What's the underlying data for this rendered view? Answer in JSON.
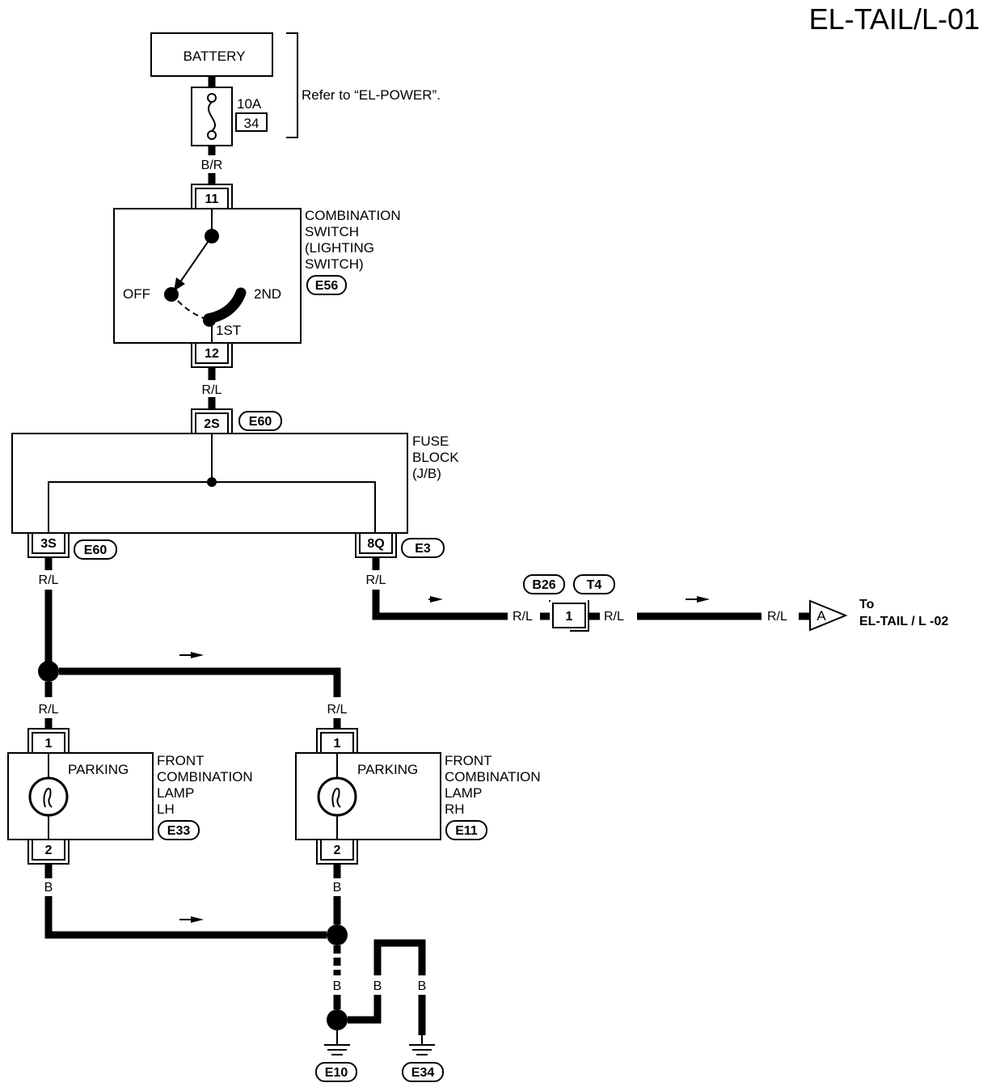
{
  "page": {
    "title": "EL-TAIL/L-01"
  },
  "battery": {
    "label": "BATTERY",
    "fuse_rating": "10A",
    "fuse_number": "34",
    "note": "Refer to “EL-POWER”."
  },
  "combination_switch": {
    "name_lines": [
      "COMBINATION",
      "SWITCH",
      "(LIGHTING",
      "SWITCH)"
    ],
    "connector": "E56",
    "pin_in": "11",
    "pin_out": "12",
    "positions": {
      "off": "OFF",
      "first": "1ST",
      "second": "2ND"
    }
  },
  "fuse_block": {
    "name_lines": [
      "FUSE",
      "BLOCK",
      "(J/B)"
    ],
    "pin_in": "2S",
    "pin_in_connector": "E60",
    "pin_left": "3S",
    "pin_left_connector": "E60",
    "pin_right": "8Q",
    "pin_right_connector": "E3"
  },
  "inline_connector": {
    "connectors": [
      "B26",
      "T4"
    ],
    "pin": "1"
  },
  "continuation": {
    "flag": "A",
    "to_label": "To",
    "to_target": "EL-TAIL / L -02"
  },
  "lamps": [
    {
      "name": "PARKING",
      "description_lines": [
        "FRONT",
        "COMBINATION",
        "LAMP",
        "LH"
      ],
      "connector": "E33",
      "pin_in": "1",
      "pin_out": "2"
    },
    {
      "name": "PARKING",
      "description_lines": [
        "FRONT",
        "COMBINATION",
        "LAMP",
        "RH"
      ],
      "connector": "E11",
      "pin_in": "1",
      "pin_out": "2"
    }
  ],
  "wire_colors": {
    "battery_to_switch": "B/R",
    "switch_to_fuse_block": "R/L",
    "fuse_left_out": "R/L",
    "fuse_right_out": "R/L",
    "to_inline_in": "R/L",
    "from_inline_out": "R/L",
    "to_flag": "R/L",
    "to_lamp_lh": "R/L",
    "to_lamp_rh": "R/L",
    "lamp_lh_ground": "B",
    "lamp_rh_ground": "B",
    "trunk_ground": "B",
    "branch_ground": "B",
    "ground_e34": "B"
  },
  "grounds": [
    "E10",
    "E34"
  ]
}
